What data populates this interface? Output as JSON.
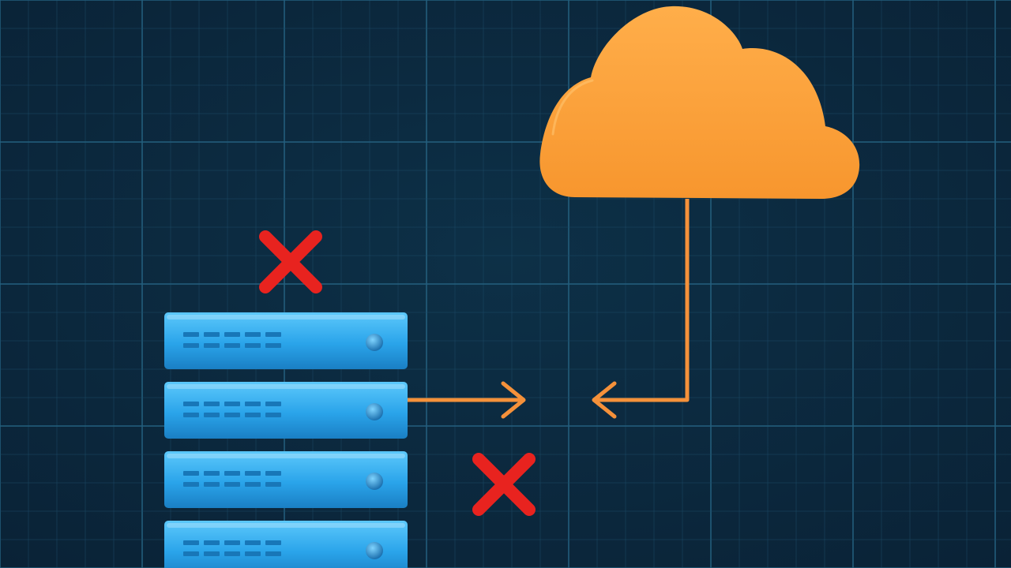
{
  "colors": {
    "background": "#0d3047",
    "background_edge": "#0a2236",
    "grid_minor": "#1c4a66",
    "grid_major": "#24607f",
    "cloud": "#f7962e",
    "cloud_highlight": "#ffae4a",
    "connector": "#f5913a",
    "server_body": "#2aa4ea",
    "server_top": "#5cc8fb",
    "server_bottom": "#1a7fc4",
    "server_slot": "#1877b8",
    "server_led": "#1468a8",
    "error_mark": "#e8231f"
  },
  "icons": {
    "cloud": "cloud-icon",
    "server": "server-rack-icon",
    "error": "red-x-icon",
    "arrow": "arrow-head-icon"
  },
  "diagram": {
    "server_units": 4,
    "error_marks": 2,
    "connections": [
      {
        "from": "server-rack",
        "direction": "right"
      },
      {
        "from": "cloud",
        "direction": "left"
      }
    ]
  }
}
